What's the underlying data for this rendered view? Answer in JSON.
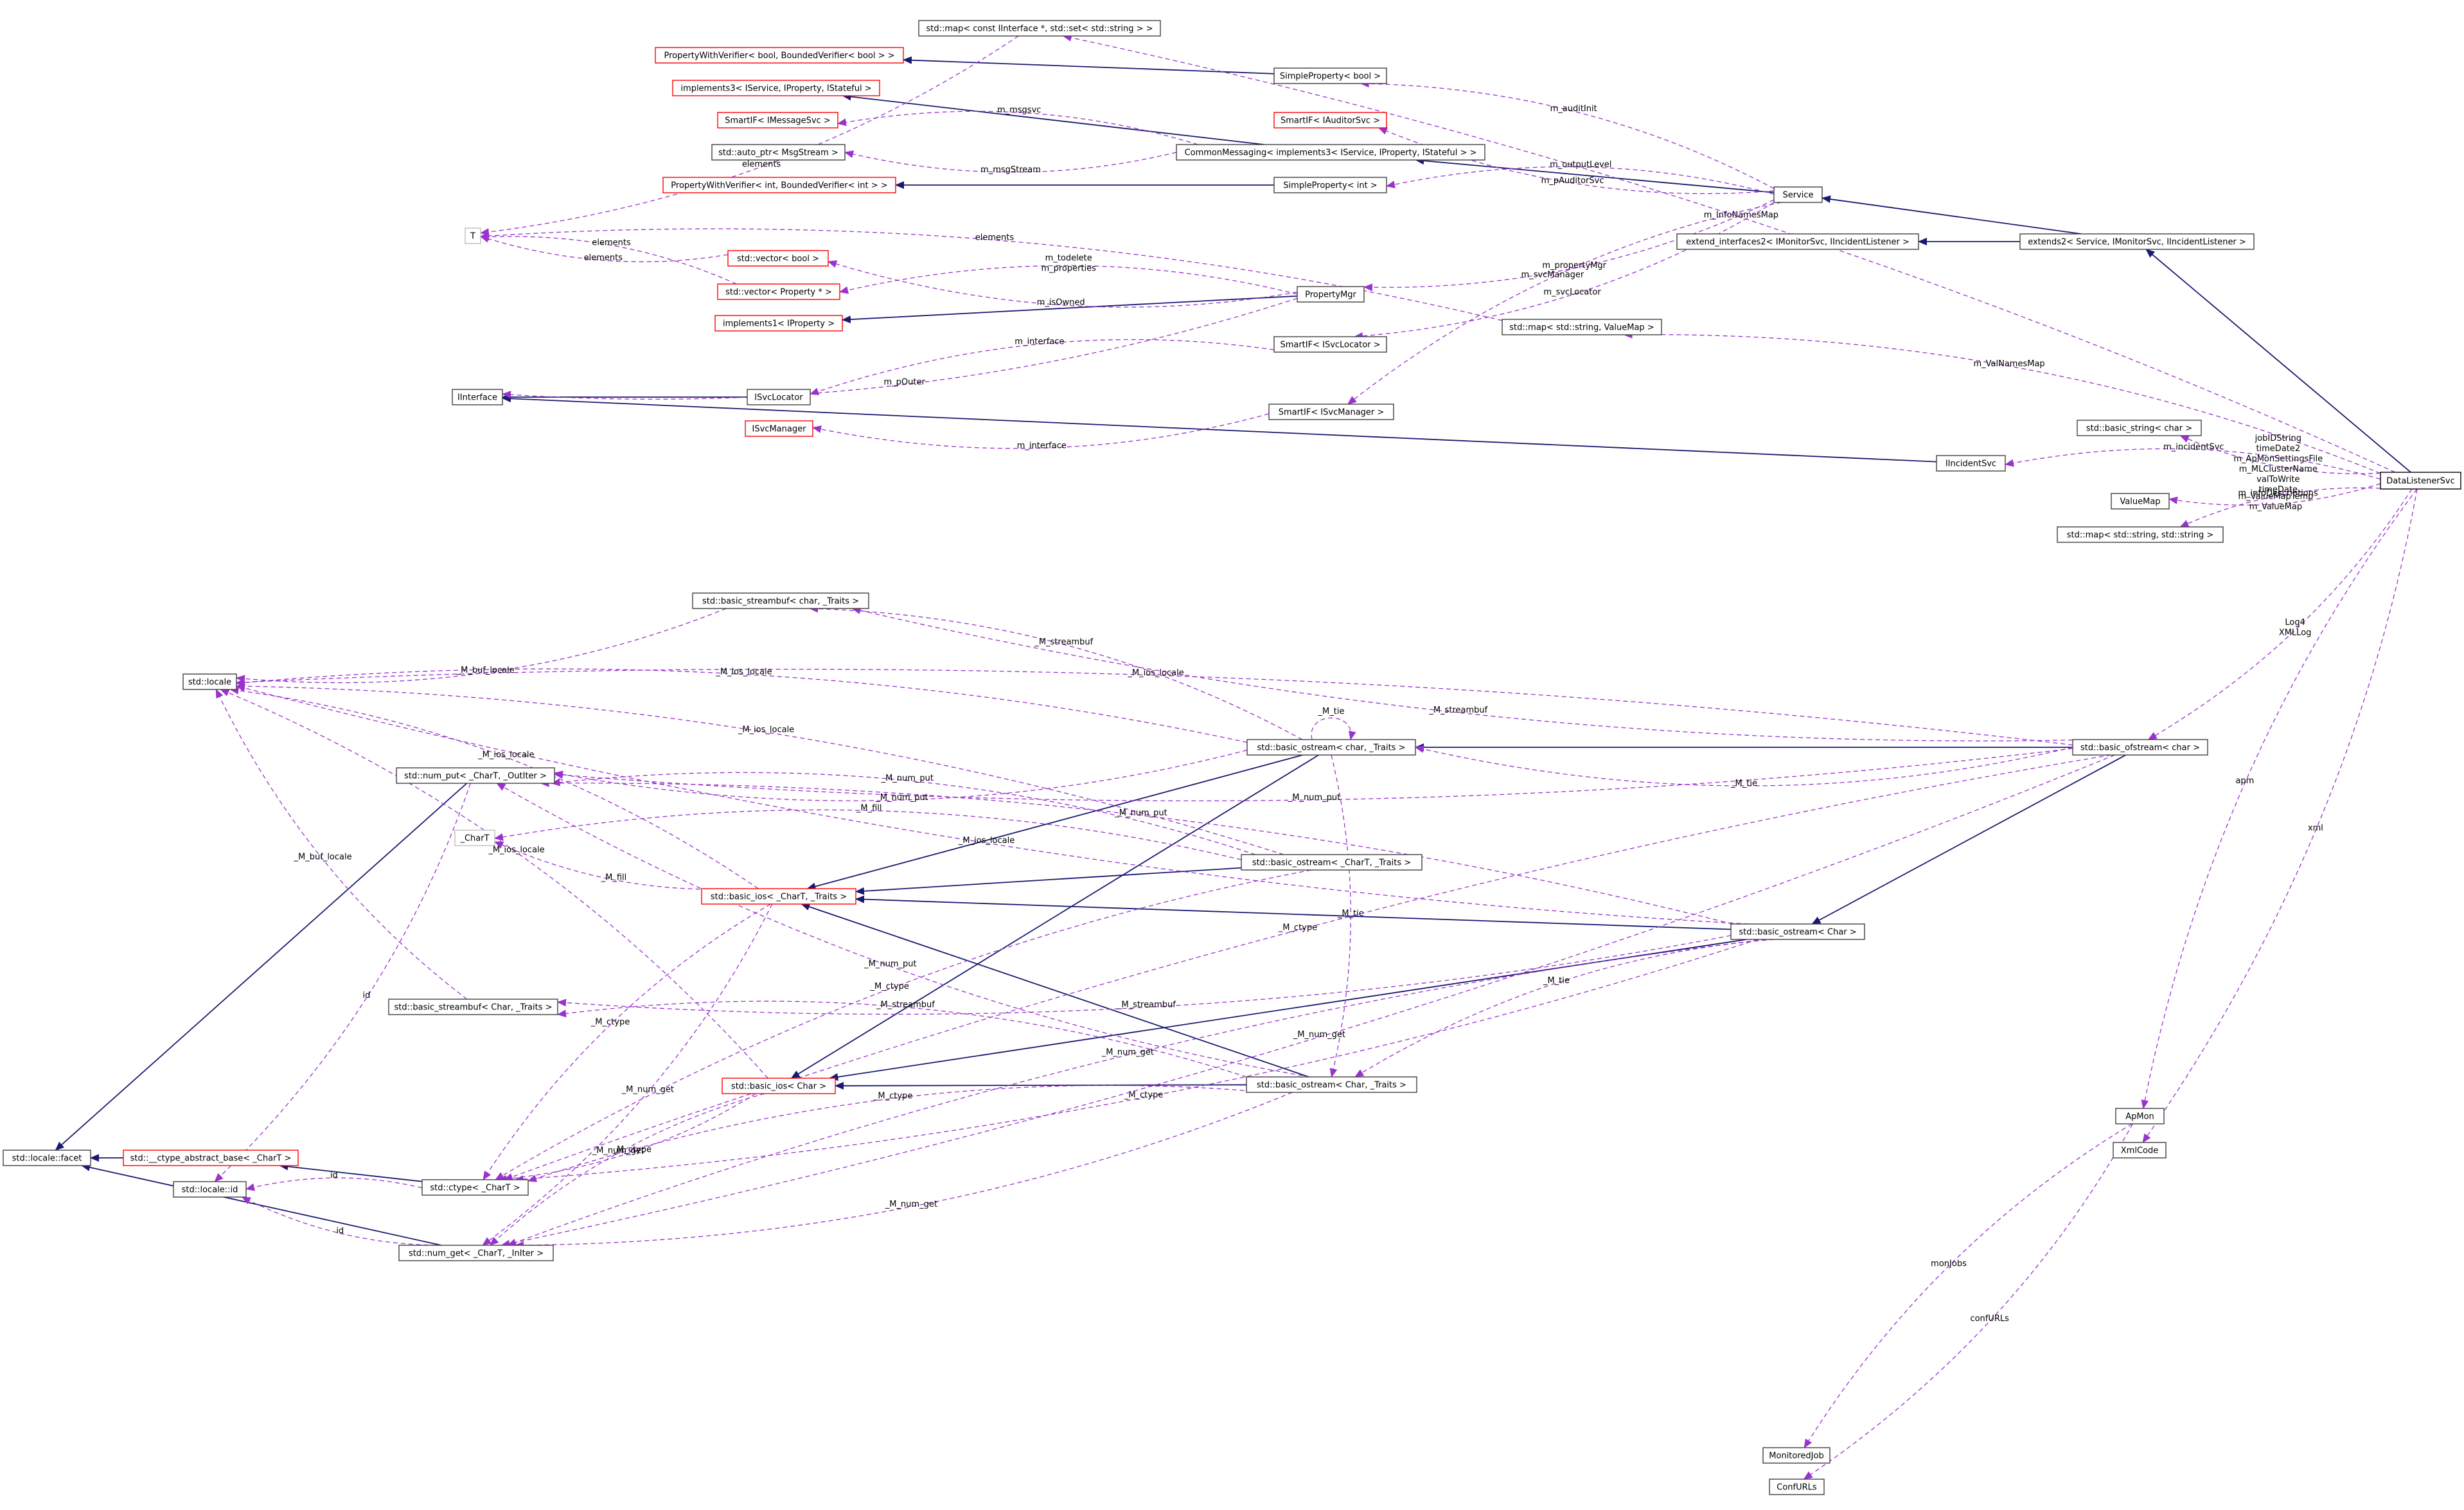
{
  "colors": {
    "node_border": "#404040",
    "node_border_undocumented": "#ff0000",
    "node_border_hidden": "#bfbfbf",
    "highlight_fill": "#bfbfbf",
    "inheritance_edge": "#191970",
    "usage_edge": "#9a32cd"
  },
  "nodes": [
    {
      "id": "DataListenerSvc",
      "label": "DataListenerSvc",
      "style": "highlight"
    },
    {
      "id": "map_IInterface",
      "label": "std::map< const IInterface *, std::set< std::string > >",
      "style": "normal"
    },
    {
      "id": "PVbool",
      "label": "PropertyWithVerifier< bool, BoundedVerifier< bool > >",
      "style": "red"
    },
    {
      "id": "SPbool",
      "label": "SimpleProperty< bool >",
      "style": "normal"
    },
    {
      "id": "impl3",
      "label": "implements3< IService, IProperty, IStateful >",
      "style": "red"
    },
    {
      "id": "SIF_IMsg",
      "label": "SmartIF< IMessageSvc >",
      "style": "red"
    },
    {
      "id": "SIF_IAud",
      "label": "SmartIF< IAuditorSvc >",
      "style": "red"
    },
    {
      "id": "autoptr",
      "label": "std::auto_ptr< MsgStream >",
      "style": "normal"
    },
    {
      "id": "CommonMsg",
      "label": "CommonMessaging< implements3< IService, IProperty, IStateful > >",
      "style": "normal"
    },
    {
      "id": "PVint",
      "label": "PropertyWithVerifier< int, BoundedVerifier< int > >",
      "style": "red"
    },
    {
      "id": "SPint",
      "label": "SimpleProperty< int >",
      "style": "normal"
    },
    {
      "id": "Service",
      "label": "Service",
      "style": "normal"
    },
    {
      "id": "T",
      "label": "T",
      "style": "grey"
    },
    {
      "id": "extIf2",
      "label": "extend_interfaces2< IMonitorSvc, IIncidentListener >",
      "style": "normal"
    },
    {
      "id": "extends2",
      "label": "extends2< Service, IMonitorSvc, IIncidentListener >",
      "style": "normal"
    },
    {
      "id": "vecbool",
      "label": "std::vector< bool >",
      "style": "red"
    },
    {
      "id": "vecprop",
      "label": "std::vector< Property * >",
      "style": "red"
    },
    {
      "id": "PropMgr",
      "label": "PropertyMgr",
      "style": "normal"
    },
    {
      "id": "impl1",
      "label": "implements1< IProperty >",
      "style": "red"
    },
    {
      "id": "SIF_ISvcLoc",
      "label": "SmartIF< ISvcLocator >",
      "style": "normal"
    },
    {
      "id": "mapValueMap",
      "label": "std::map< std::string, ValueMap >",
      "style": "normal"
    },
    {
      "id": "IInterface",
      "label": "IInterface",
      "style": "normal"
    },
    {
      "id": "ISvcLocator",
      "label": "ISvcLocator",
      "style": "normal"
    },
    {
      "id": "ISvcManager",
      "label": "ISvcManager",
      "style": "red"
    },
    {
      "id": "SIF_ISvcMgr",
      "label": "SmartIF< ISvcManager >",
      "style": "normal"
    },
    {
      "id": "basicstring",
      "label": "std::basic_string< char >",
      "style": "normal"
    },
    {
      "id": "IIncidentSvc",
      "label": "IIncidentSvc",
      "style": "normal"
    },
    {
      "id": "ValueMap",
      "label": "ValueMap",
      "style": "normal"
    },
    {
      "id": "mapstrstr",
      "label": "std::map< std::string, std::string >",
      "style": "normal"
    },
    {
      "id": "bsb_traits",
      "label": "std::basic_streambuf< char, _Traits >",
      "style": "normal"
    },
    {
      "id": "locale",
      "label": "std::locale",
      "style": "normal"
    },
    {
      "id": "bos_char_traits",
      "label": "std::basic_ostream< char, _Traits >",
      "style": "normal"
    },
    {
      "id": "bofstream",
      "label": "std::basic_ofstream< char >",
      "style": "normal"
    },
    {
      "id": "numput",
      "label": "std::num_put< _CharT, _OutIter >",
      "style": "normal"
    },
    {
      "id": "CharT",
      "label": "_CharT",
      "style": "grey"
    },
    {
      "id": "bos_CharT_traits",
      "label": "std::basic_ostream< _CharT, _Traits >",
      "style": "normal"
    },
    {
      "id": "bios_CharT",
      "label": "std::basic_ios< _CharT, _Traits >",
      "style": "red"
    },
    {
      "id": "bostream_char",
      "label": "std::basic_ostream< Char >",
      "style": "normal"
    },
    {
      "id": "bsb_Char",
      "label": "std::basic_streambuf< Char, _Traits >",
      "style": "normal"
    },
    {
      "id": "bios_Char",
      "label": "std::basic_ios< Char >",
      "style": "red"
    },
    {
      "id": "bos_Char_traits",
      "label": "std::basic_ostream< Char, _Traits >",
      "style": "normal"
    },
    {
      "id": "facet",
      "label": "std::locale::facet",
      "style": "normal"
    },
    {
      "id": "ctypebase",
      "label": "std::__ctype_abstract_base< _CharT >",
      "style": "red"
    },
    {
      "id": "localeid",
      "label": "std::locale::id",
      "style": "normal"
    },
    {
      "id": "ctype",
      "label": "std::ctype< _CharT >",
      "style": "normal"
    },
    {
      "id": "numget",
      "label": "std::num_get< _CharT, _InIter >",
      "style": "normal"
    },
    {
      "id": "ApMon",
      "label": "ApMon",
      "style": "normal"
    },
    {
      "id": "XmlCode",
      "label": "XmlCode",
      "style": "normal"
    },
    {
      "id": "MonitoredJob",
      "label": "MonitoredJob",
      "style": "normal"
    },
    {
      "id": "ConfURLs",
      "label": "ConfURLs",
      "style": "normal"
    }
  ],
  "edges": [
    {
      "from": "SPbool",
      "to": "PVbool",
      "kind": "inherit"
    },
    {
      "from": "CommonMsg",
      "to": "impl3",
      "kind": "inherit"
    },
    {
      "from": "SPint",
      "to": "PVint",
      "kind": "inherit"
    },
    {
      "from": "Service",
      "to": "CommonMsg",
      "kind": "inherit"
    },
    {
      "from": "extends2",
      "to": "Service",
      "kind": "inherit"
    },
    {
      "from": "extends2",
      "to": "extIf2",
      "kind": "inherit"
    },
    {
      "from": "DataListenerSvc",
      "to": "extends2",
      "kind": "inherit"
    },
    {
      "from": "PropMgr",
      "to": "impl1",
      "kind": "inherit"
    },
    {
      "from": "ISvcLocator",
      "to": "IInterface",
      "kind": "inherit"
    },
    {
      "from": "IIncidentSvc",
      "to": "IInterface",
      "kind": "inherit"
    },
    {
      "from": "bofstream",
      "to": "bos_char_traits",
      "kind": "inherit"
    },
    {
      "from": "bofstream",
      "to": "bostream_char",
      "kind": "inherit"
    },
    {
      "from": "bos_char_traits",
      "to": "bios_CharT",
      "kind": "inherit"
    },
    {
      "from": "bos_CharT_traits",
      "to": "bios_CharT",
      "kind": "inherit"
    },
    {
      "from": "bostream_char",
      "to": "bios_CharT",
      "kind": "inherit"
    },
    {
      "from": "bos_char_traits",
      "to": "bios_Char",
      "kind": "inherit"
    },
    {
      "from": "bos_Char_traits",
      "to": "bios_Char",
      "kind": "inherit"
    },
    {
      "from": "bostream_char",
      "to": "bios_Char",
      "kind": "inherit"
    },
    {
      "from": "bos_Char_traits",
      "to": "bios_CharT",
      "kind": "inherit"
    },
    {
      "from": "numput",
      "to": "facet",
      "kind": "inherit"
    },
    {
      "from": "ctypebase",
      "to": "facet",
      "kind": "inherit"
    },
    {
      "from": "ctype",
      "to": "ctypebase",
      "kind": "inherit"
    },
    {
      "from": "numget",
      "to": "facet",
      "kind": "inherit"
    },
    {
      "from": "DataListenerSvc",
      "to": "map_IInterface",
      "kind": "use",
      "label": "m_InfoNamesMap"
    },
    {
      "from": "map_IInterface",
      "to": "T",
      "kind": "use",
      "label": "elements"
    },
    {
      "from": "Service",
      "to": "SPbool",
      "kind": "use",
      "label": "m_auditInit"
    },
    {
      "from": "Service",
      "to": "SIF_IAud",
      "kind": "use",
      "label": "m_pAuditorSvc"
    },
    {
      "from": "CommonMsg",
      "to": "SIF_IMsg",
      "kind": "use",
      "label": "m_msgsvc"
    },
    {
      "from": "CommonMsg",
      "to": "autoptr",
      "kind": "use",
      "label": "m_msgStream"
    },
    {
      "from": "Service",
      "to": "SPint",
      "kind": "use",
      "label": "m_outputLevel"
    },
    {
      "from": "Service",
      "to": "PropMgr",
      "kind": "use",
      "label": "m_propertyMgr"
    },
    {
      "from": "mapValueMap",
      "to": "T",
      "kind": "use",
      "label": "elements"
    },
    {
      "from": "vecbool",
      "to": "T",
      "kind": "use",
      "label": "elements"
    },
    {
      "from": "vecprop",
      "to": "T",
      "kind": "use",
      "label": "elements"
    },
    {
      "from": "PropMgr",
      "to": "vecbool",
      "kind": "use",
      "label": "m_isOwned"
    },
    {
      "from": "PropMgr",
      "to": "vecprop",
      "kind": "use",
      "label": "m_todelete\nm_properties"
    },
    {
      "from": "Service",
      "to": "SIF_ISvcLoc",
      "kind": "use",
      "label": "m_svcLocator"
    },
    {
      "from": "Service",
      "to": "SIF_ISvcMgr",
      "kind": "use",
      "label": "m_svcManager"
    },
    {
      "from": "PropMgr",
      "to": "IInterface",
      "kind": "use",
      "label": "m_pOuter"
    },
    {
      "from": "SIF_ISvcLoc",
      "to": "ISvcLocator",
      "kind": "use",
      "label": "m_interface"
    },
    {
      "from": "SIF_ISvcMgr",
      "to": "ISvcManager",
      "kind": "use",
      "label": "m_interface"
    },
    {
      "from": "DataListenerSvc",
      "to": "mapValueMap",
      "kind": "use",
      "label": "m_ValNamesMap"
    },
    {
      "from": "DataListenerSvc",
      "to": "basicstring",
      "kind": "use",
      "label": "jobIDString\ntimeDate2\nm_ApMonSettingsFile\nm_MLClusterName\nvalToWrite\ntimeDate"
    },
    {
      "from": "DataListenerSvc",
      "to": "IIncidentSvc",
      "kind": "use",
      "label": "m_incidentSvc"
    },
    {
      "from": "DataListenerSvc",
      "to": "ValueMap",
      "kind": "use",
      "label": "m_ValueMapTemp\nm_ValueMap"
    },
    {
      "from": "DataListenerSvc",
      "to": "mapstrstr",
      "kind": "use",
      "label": "m_infoDescriptions"
    },
    {
      "from": "DataListenerSvc",
      "to": "bofstream",
      "kind": "use",
      "label": "Log4\nXMLLog"
    },
    {
      "from": "DataListenerSvc",
      "to": "ApMon",
      "kind": "use",
      "label": "apm"
    },
    {
      "from": "DataListenerSvc",
      "to": "XmlCode",
      "kind": "use",
      "label": "xml"
    },
    {
      "from": "ApMon",
      "to": "MonitoredJob",
      "kind": "use",
      "label": "monJobs"
    },
    {
      "from": "ApMon",
      "to": "ConfURLs",
      "kind": "use",
      "label": "confURLs"
    },
    {
      "from": "bofstream",
      "to": "locale",
      "kind": "use",
      "label": "_M_ios_locale"
    },
    {
      "from": "bostream_char",
      "to": "locale",
      "kind": "use",
      "label": "_M_ios_locale"
    },
    {
      "from": "bos_char_traits",
      "to": "locale",
      "kind": "use",
      "label": "_M_ios_locale"
    },
    {
      "from": "bsb_traits",
      "to": "locale",
      "kind": "use",
      "label": "_M_buf_locale"
    },
    {
      "from": "bos_CharT_traits",
      "to": "locale",
      "kind": "use",
      "label": "_M_ios_locale"
    },
    {
      "from": "bofstream",
      "to": "bsb_traits",
      "kind": "use",
      "label": "_M_streambuf"
    },
    {
      "from": "bos_char_traits",
      "to": "bsb_traits",
      "kind": "use",
      "label": "_M_streambuf"
    },
    {
      "from": "bofstream",
      "to": "numput",
      "kind": "use",
      "label": "_M_num_put"
    },
    {
      "from": "bostream_char",
      "to": "numput",
      "kind": "use",
      "label": "_M_num_put"
    },
    {
      "from": "bos_char_traits",
      "to": "numput",
      "kind": "use",
      "label": "_M_num_put"
    },
    {
      "from": "bos_CharT_traits",
      "to": "numput",
      "kind": "use",
      "label": "_M_num_put"
    },
    {
      "from": "bos_Char_traits",
      "to": "numput",
      "kind": "use",
      "label": "_M_num_put"
    },
    {
      "from": "bos_char_traits",
      "to": "bos_char_traits",
      "kind": "use",
      "label": "_M_tie"
    },
    {
      "from": "bofstream",
      "to": "bos_char_traits",
      "kind": "use",
      "label": "_M_tie"
    },
    {
      "from": "bos_CharT_traits",
      "to": "CharT",
      "kind": "use",
      "label": "_M_fill"
    },
    {
      "from": "bios_CharT",
      "to": "CharT",
      "kind": "use",
      "label": "_M_fill"
    },
    {
      "from": "bios_CharT",
      "to": "locale",
      "kind": "use",
      "label": "_M_ios_locale"
    },
    {
      "from": "bostream_char",
      "to": "bsb_Char",
      "kind": "use",
      "label": "_M_streambuf"
    },
    {
      "from": "bos_Char_traits",
      "to": "bsb_Char",
      "kind": "use",
      "label": "_M_streambuf"
    },
    {
      "from": "bsb_Char",
      "to": "locale",
      "kind": "use",
      "label": "_M_buf_locale"
    },
    {
      "from": "bostream_char",
      "to": "bos_Char_traits",
      "kind": "use",
      "label": "_M_tie"
    },
    {
      "from": "bos_char_traits",
      "to": "bos_Char_traits",
      "kind": "use",
      "label": "_M_tie"
    },
    {
      "from": "bios_Char",
      "to": "locale",
      "kind": "use",
      "label": "_M_ios_locale"
    },
    {
      "from": "numput",
      "to": "localeid",
      "kind": "use",
      "label": "id"
    },
    {
      "from": "ctype",
      "to": "localeid",
      "kind": "use",
      "label": "id"
    },
    {
      "from": "numget",
      "to": "localeid",
      "kind": "use",
      "label": "id"
    },
    {
      "from": "bios_CharT",
      "to": "ctype",
      "kind": "use",
      "label": "_M_ctype"
    },
    {
      "from": "bios_Char",
      "to": "ctype",
      "kind": "use",
      "label": "_M_ctype"
    },
    {
      "from": "bos_Char_traits",
      "to": "ctype",
      "kind": "use",
      "label": "_M_ctype"
    },
    {
      "from": "bostream_char",
      "to": "ctype",
      "kind": "use",
      "label": "_M_ctype"
    },
    {
      "from": "bofstream",
      "to": "ctype",
      "kind": "use",
      "label": "_M_ctype"
    },
    {
      "from": "bios_CharT",
      "to": "numget",
      "kind": "use",
      "label": "_M_num_get"
    },
    {
      "from": "bios_Char",
      "to": "numget",
      "kind": "use",
      "label": "_M_num_get"
    },
    {
      "from": "bos_Char_traits",
      "to": "numget",
      "kind": "use",
      "label": "_M_num_get"
    },
    {
      "from": "bostream_char",
      "to": "numget",
      "kind": "use",
      "label": "_M_num_get"
    },
    {
      "from": "bofstream",
      "to": "numget",
      "kind": "use",
      "label": "_M_num_get"
    },
    {
      "from": "bos_CharT_traits",
      "to": "ctype",
      "kind": "use",
      "label": "_M_ctype"
    }
  ]
}
